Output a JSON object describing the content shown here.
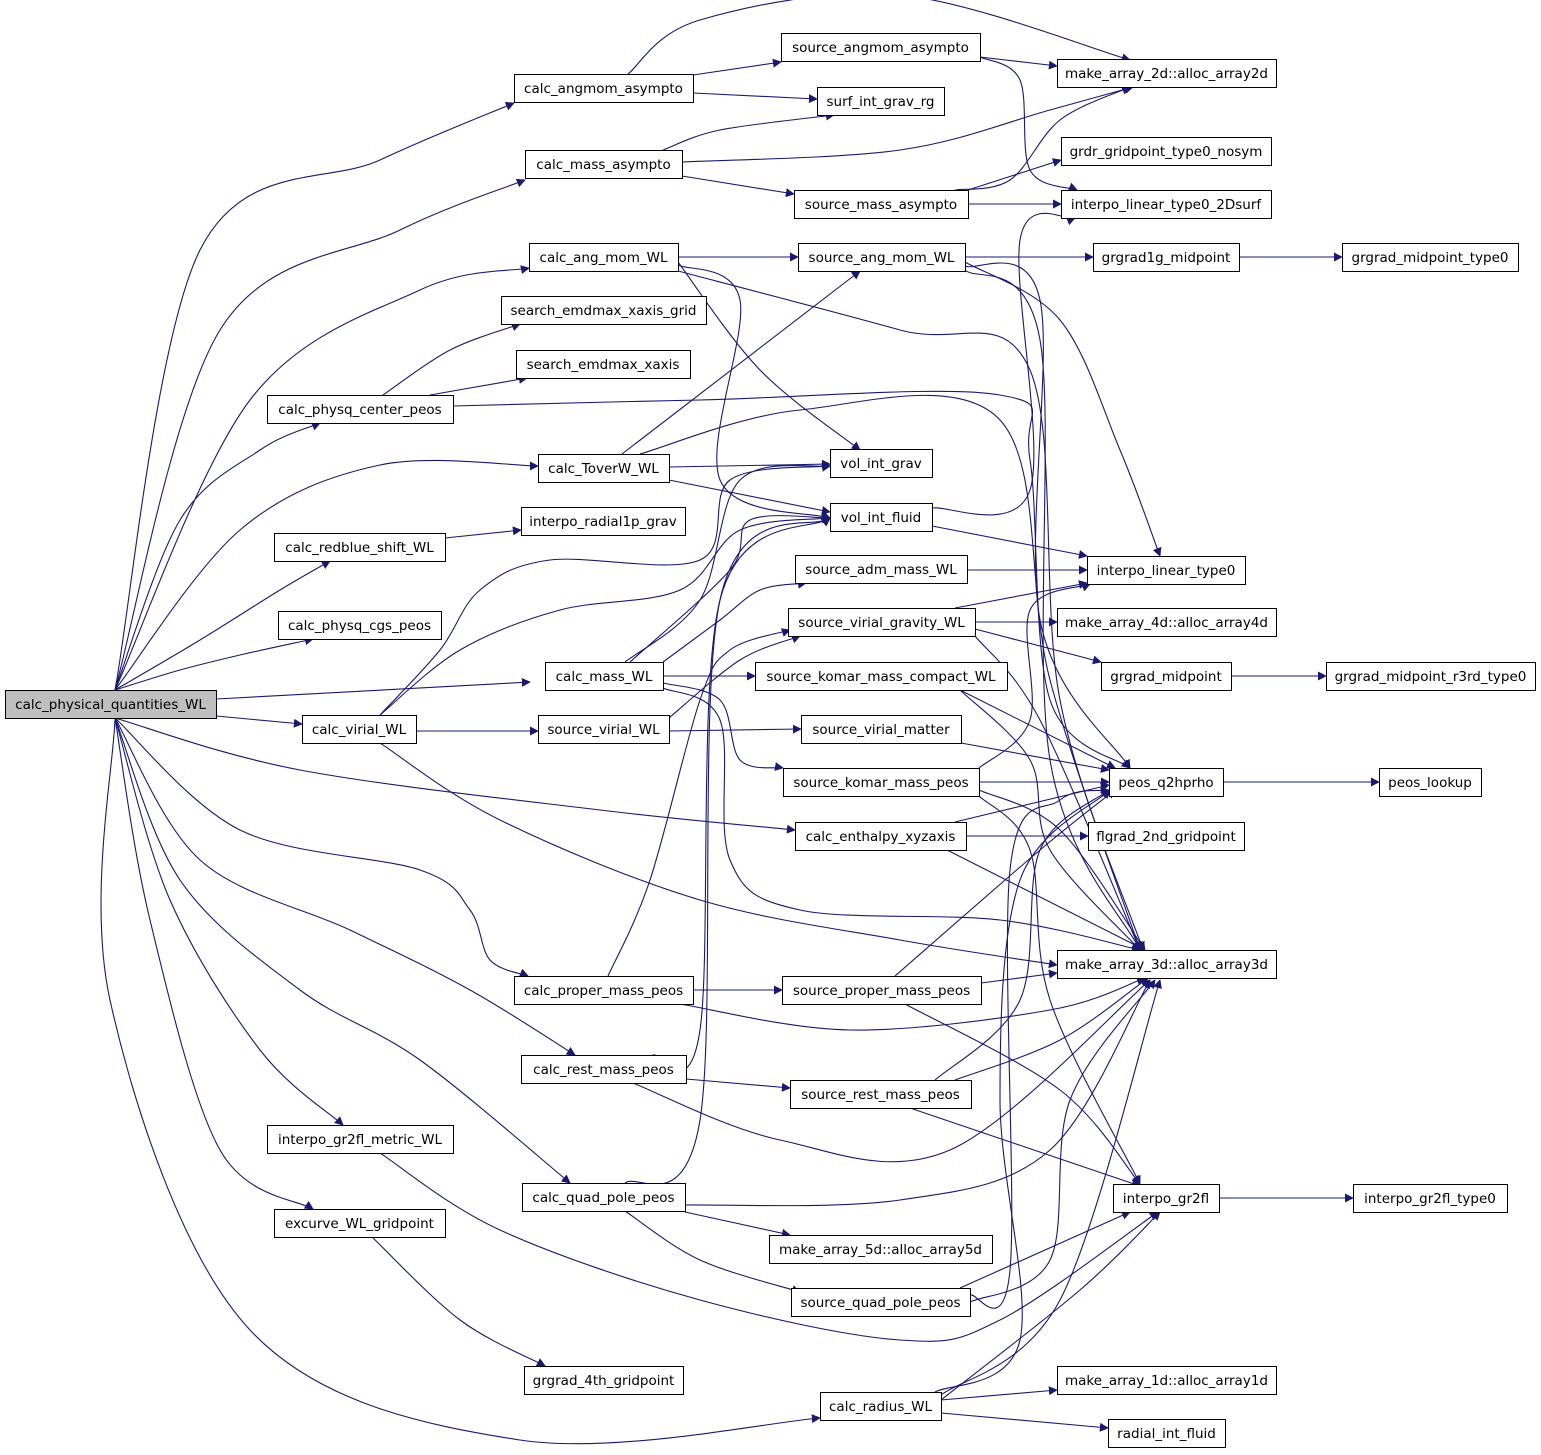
{
  "root": "calc_physical_quantities_WL",
  "nodes": [
    {
      "id": "root",
      "label": "calc_physical_quantities_WL"
    },
    {
      "id": "angmom_asy",
      "label": "calc_angmom_asympto"
    },
    {
      "id": "mass_asy",
      "label": "calc_mass_asympto"
    },
    {
      "id": "ang_mom_wl",
      "label": "calc_ang_mom_WL"
    },
    {
      "id": "search_grid",
      "label": "search_emdmax_xaxis_grid"
    },
    {
      "id": "search",
      "label": "search_emdmax_xaxis"
    },
    {
      "id": "physq_center",
      "label": "calc_physq_center_peos"
    },
    {
      "id": "toverw",
      "label": "calc_ToverW_WL"
    },
    {
      "id": "redblue",
      "label": "calc_redblue_shift_WL"
    },
    {
      "id": "interpo_radial",
      "label": "interpo_radial1p_grav"
    },
    {
      "id": "physq_cgs",
      "label": "calc_physq_cgs_peos"
    },
    {
      "id": "mass_wl",
      "label": "calc_mass_WL"
    },
    {
      "id": "virial_wl",
      "label": "calc_virial_WL"
    },
    {
      "id": "src_virial_wl",
      "label": "source_virial_WL"
    },
    {
      "id": "proper_mass",
      "label": "calc_proper_mass_peos"
    },
    {
      "id": "rest_mass",
      "label": "calc_rest_mass_peos"
    },
    {
      "id": "interpo_gr2fl_metric",
      "label": "interpo_gr2fl_metric_WL"
    },
    {
      "id": "quad_pole",
      "label": "calc_quad_pole_peos"
    },
    {
      "id": "excurve",
      "label": "excurve_WL_gridpoint"
    },
    {
      "id": "grgrad_4th",
      "label": "grgrad_4th_gridpoint"
    },
    {
      "id": "src_angmom_asy",
      "label": "source_angmom_asympto"
    },
    {
      "id": "surf_int",
      "label": "surf_int_grav_rg"
    },
    {
      "id": "src_mass_asy",
      "label": "source_mass_asympto"
    },
    {
      "id": "src_ang_mom_wl",
      "label": "source_ang_mom_WL"
    },
    {
      "id": "vol_grav",
      "label": "vol_int_grav"
    },
    {
      "id": "vol_fluid",
      "label": "vol_int_fluid"
    },
    {
      "id": "src_adm",
      "label": "source_adm_mass_WL"
    },
    {
      "id": "src_vir_grav",
      "label": "source_virial_gravity_WL"
    },
    {
      "id": "src_komar_compact",
      "label": "source_komar_mass_compact_WL"
    },
    {
      "id": "src_vir_matter",
      "label": "source_virial_matter"
    },
    {
      "id": "src_komar_peos",
      "label": "source_komar_mass_peos"
    },
    {
      "id": "enthalpy",
      "label": "calc_enthalpy_xyzaxis"
    },
    {
      "id": "src_proper",
      "label": "source_proper_mass_peos"
    },
    {
      "id": "src_rest",
      "label": "source_rest_mass_peos"
    },
    {
      "id": "alloc5d",
      "label": "make_array_5d::alloc_array5d"
    },
    {
      "id": "src_quad",
      "label": "source_quad_pole_peos"
    },
    {
      "id": "radius_wl",
      "label": "calc_radius_WL"
    },
    {
      "id": "alloc2d",
      "label": "make_array_2d::alloc_array2d"
    },
    {
      "id": "grdr",
      "label": "grdr_gridpoint_type0_nosym"
    },
    {
      "id": "interpo_2dsurf",
      "label": "interpo_linear_type0_2Dsurf"
    },
    {
      "id": "grgrad1g",
      "label": "grgrad1g_midpoint"
    },
    {
      "id": "interpo_linear",
      "label": "interpo_linear_type0"
    },
    {
      "id": "alloc4d",
      "label": "make_array_4d::alloc_array4d"
    },
    {
      "id": "grgrad_mid",
      "label": "grgrad_midpoint"
    },
    {
      "id": "peos_q2hprho",
      "label": "peos_q2hprho"
    },
    {
      "id": "flgrad",
      "label": "flgrad_2nd_gridpoint"
    },
    {
      "id": "alloc3d",
      "label": "make_array_3d::alloc_array3d"
    },
    {
      "id": "interpo_gr2fl",
      "label": "interpo_gr2fl"
    },
    {
      "id": "alloc1d",
      "label": "make_array_1d::alloc_array1d"
    },
    {
      "id": "radial_int",
      "label": "radial_int_fluid"
    },
    {
      "id": "grgrad_mid_t0",
      "label": "grgrad_midpoint_type0"
    },
    {
      "id": "grgrad_mid_r3rd",
      "label": "grgrad_midpoint_r3rd_type0"
    },
    {
      "id": "peos_lookup",
      "label": "peos_lookup"
    },
    {
      "id": "interpo_gr2fl_t0",
      "label": "interpo_gr2fl_type0"
    }
  ],
  "colors": {
    "edge": "#191970",
    "node_fill": "#ffffff",
    "root_fill": "#bfbfbf",
    "border": "#000000"
  }
}
